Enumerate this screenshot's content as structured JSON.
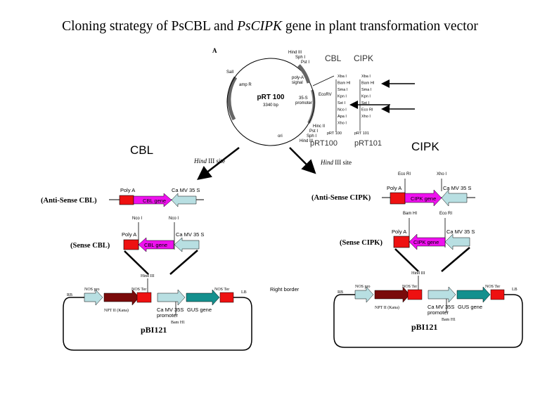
{
  "title": "Cloning strategy of PsCBL and PsCIPK gene in plant transformation vector",
  "title_parts": {
    "a": "Cloning strategy of PsCBL and ",
    "b": "PsCIPK",
    "c": " gene in plant transformation vector"
  },
  "panel_label": "A",
  "plasmid": {
    "name": "pRT 100",
    "size": "3340 bp",
    "labels": [
      "Hind III",
      "Sph I",
      "Pst I",
      "poly-A",
      "signal",
      "EcoRV",
      "35-S",
      "promoter",
      "SalI",
      "amp R",
      "ori",
      "Hinc II",
      "Pst I",
      "Sph I",
      "Hind III"
    ],
    "mcs_pRT100": [
      "Xba I",
      "Bam HI",
      "Sma I",
      "Kpn I",
      "Sst I",
      "Nco I",
      "Apa I",
      "Xho I"
    ],
    "mcs_pRT101": [
      "Xba I",
      "Bam HI",
      "Sma I",
      "Kpn I",
      "Sst I",
      "Eco RI",
      "Xho I"
    ],
    "col_cbl": "CBL",
    "col_cipk": "CIPK",
    "v1": "pRT100",
    "v2": "pRT101",
    "v1_small": "pRT 100",
    "v2_small": "pRT 101"
  },
  "cbl": {
    "heading": "CBL",
    "site": "Hind III site",
    "site_it": "Hind",
    "site_rest": " III site",
    "antisense_label": "(Anti-Sense CBL)",
    "sense_label": "(Sense CBL)",
    "poly_a": "Poly A",
    "gene": "CBL gene",
    "promoter": "Ca MV 35 S",
    "enzyme": "Nco I"
  },
  "cipk": {
    "heading": "CIPK",
    "site_it": "Hind",
    "site_rest": " III site",
    "antisense_label": "(Anti-Sense CIPK)",
    "sense_label": "(Sense CIPK)",
    "poly_a": "Poly A",
    "gene": "CIPK gene",
    "promoter": "Ca MV 35 S",
    "enzyme_a1": "Eco RI",
    "enzyme_a2": "Xho I",
    "enzyme_s1": "Bam HI",
    "enzyme_s2": "Eco RI"
  },
  "vector": {
    "name": "pBI121",
    "rb": "RB",
    "lb": "LB",
    "nos_pro": "NOS pro",
    "nos_ter": "NOS Ter",
    "npt": "NPT II (Kana)",
    "camv": "Ca MV 35S",
    "promoter": "promoter",
    "gus": "GUS gene",
    "hind": "Hind III",
    "bam": "Bam H1",
    "right_border": "Right border"
  },
  "colors": {
    "poly_a": "#ee1111",
    "gene": "#ee11ee",
    "promoter": "#b8dfe2",
    "npt": "#7a0a0a",
    "gus": "#14908e"
  }
}
